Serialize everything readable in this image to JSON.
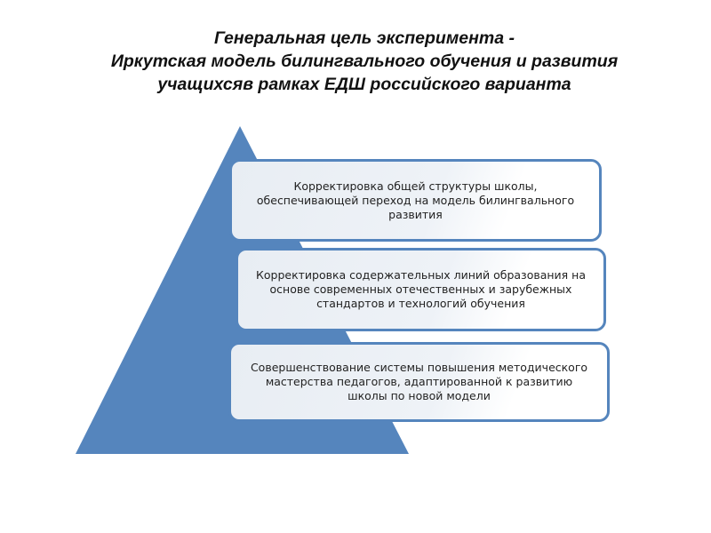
{
  "title": {
    "line1": "Генеральная цель эксперимента  -",
    "line2": "Иркутская модель билингвального обучения и развития",
    "line3": "учащихсяв рамках ЕДШ российского варианта"
  },
  "diagram": {
    "type": "pyramid",
    "colors": {
      "pyramid_fill": "#5585bd",
      "box_border": "#5585bd",
      "box_fill": "#eef2f7"
    },
    "levels": [
      {
        "text": "Корректировка общей структуры школы,\nобеспечивающей переход   на модель билингвального\nразвития"
      },
      {
        "text": "Корректировка содержательных линий образования на\nоснове современных отечественных и зарубежных\nстандартов   и технологий обучения"
      },
      {
        "text": "Совершенствование системы повышения методического\nмастерства педагогов, адаптированной  к развитию\nшколы по новой  модели"
      }
    ]
  }
}
